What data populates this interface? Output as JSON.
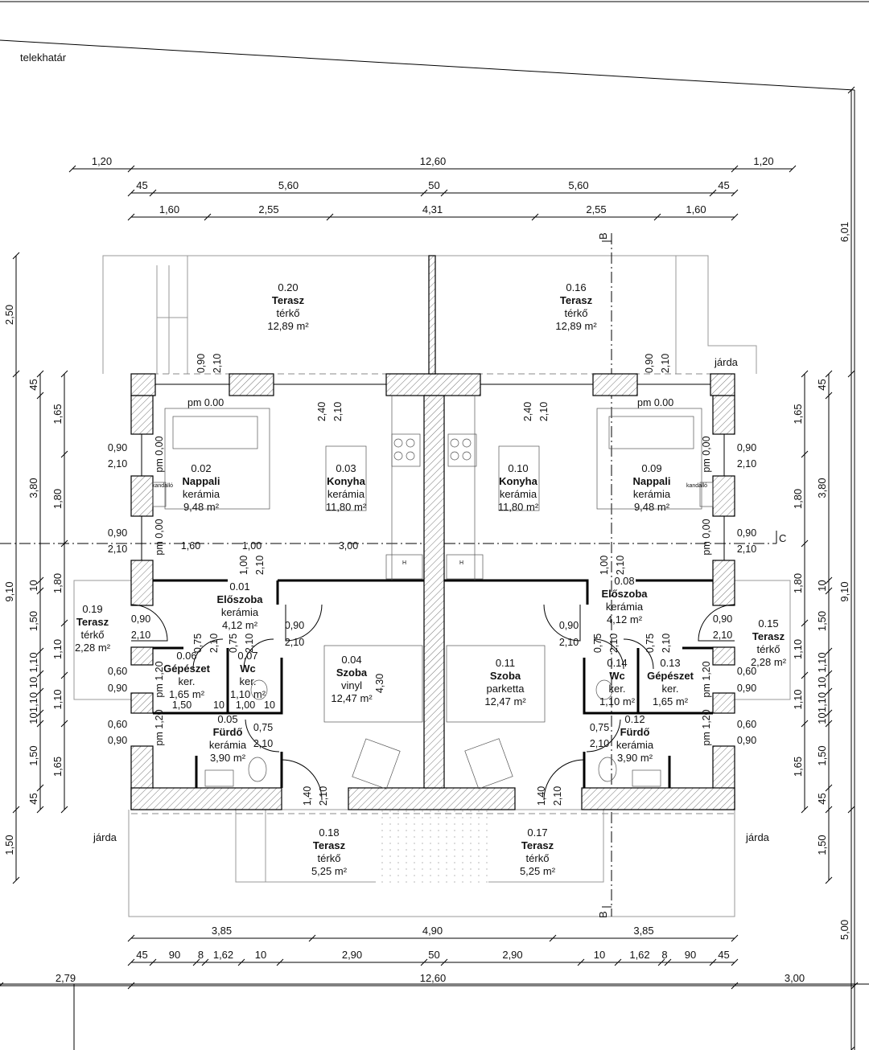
{
  "labels": {
    "boundary": "telekhatár",
    "sidewalk": "járda",
    "level_mark": "pm 0.00",
    "fireplace": "kandalló",
    "heater": "H",
    "section_b": "B",
    "section_c": "C"
  },
  "dims_top": [
    [
      "1,20",
      "12,60",
      "1,20"
    ],
    [
      "45",
      "5,60",
      "50",
      "5,60",
      "45"
    ],
    [
      "1,60",
      "2,55",
      "4,31",
      "2,55",
      "1,60"
    ]
  ],
  "dims_bottom": [
    [
      "3,85",
      "4,90",
      "3,85"
    ],
    [
      "45",
      "90",
      "8",
      "1,62",
      "10",
      "2,90",
      "50",
      "2,90",
      "10",
      "1,62",
      "8",
      "90",
      "45"
    ],
    [
      "2,79",
      "12,60",
      "3,00"
    ]
  ],
  "dims_left": [
    [
      "2,50",
      "9,10",
      "1,50"
    ],
    [
      "45",
      "3,80",
      "10",
      "1,50",
      "1,10",
      "10",
      "1,10",
      "10",
      "1,50",
      "45"
    ],
    [
      "1,65",
      "1,80",
      "1,80",
      "1,10",
      "1,10",
      "1,65"
    ]
  ],
  "dims_right": [
    [
      "6,01",
      "9,10",
      "5,00"
    ],
    [
      "45",
      "3,80",
      "10",
      "1,50",
      "1,10",
      "10",
      "1,10",
      "10",
      "1,50",
      "45",
      "1,50"
    ],
    [
      "1,65",
      "1,80",
      "1,80",
      "1,10",
      "1,10",
      "1,65"
    ]
  ],
  "annotations": [
    "0,90",
    "2,10",
    "0,90",
    "2,10",
    "0,90",
    "2,10",
    "pm 0,00",
    "pm 0,00",
    "1,60",
    "1,00",
    "3,00",
    "1,00",
    "2,10",
    "2,40",
    "2,10",
    "0,90",
    "2,10",
    "0,75",
    "2,10",
    "0,75",
    "2,10",
    "0,90",
    "2,10",
    "0,60",
    "0,90",
    "pm 1,20",
    "1,50",
    "10",
    "1,00",
    "10",
    "0,75",
    "2,10",
    "0,60",
    "0,90",
    "pm 1,20",
    "4,30",
    "1,40",
    "2,10",
    "0,90",
    "2,10",
    "0,90",
    "2,10",
    "0,90",
    "2,10",
    "pm 0,00",
    "pm 0,00",
    "2,40",
    "2,10",
    "1,00",
    "2,10",
    "0,90",
    "2,10",
    "0,75",
    "2,10",
    "0,75",
    "2,10",
    "0,90",
    "2,10",
    "0,60",
    "0,90",
    "pm 1,20",
    "0,60",
    "0,90",
    "pm 1,20",
    "0,75",
    "2,10",
    "1,40",
    "2,10"
  ],
  "rooms": [
    {
      "id": "0.20",
      "name": "Terasz",
      "floor": "térkő",
      "area": "12,89 m²"
    },
    {
      "id": "0.16",
      "name": "Terasz",
      "floor": "térkő",
      "area": "12,89 m²"
    },
    {
      "id": "0.02",
      "name": "Nappali",
      "floor": "kerámia",
      "area": "9,48 m²"
    },
    {
      "id": "0.03",
      "name": "Konyha",
      "floor": "kerámia",
      "area": "11,80 m²"
    },
    {
      "id": "0.10",
      "name": "Konyha",
      "floor": "kerámia",
      "area": "11,80 m²"
    },
    {
      "id": "0.09",
      "name": "Nappali",
      "floor": "kerámia",
      "area": "9,48 m²"
    },
    {
      "id": "0.01",
      "name": "Előszoba",
      "floor": "kerámia",
      "area": "4,12 m²"
    },
    {
      "id": "0.08",
      "name": "Előszoba",
      "floor": "kerámia",
      "area": "4,12 m²"
    },
    {
      "id": "0.19",
      "name": "Terasz",
      "floor": "térkő",
      "area": "2,28 m²"
    },
    {
      "id": "0.15",
      "name": "Terasz",
      "floor": "térkő",
      "area": "2,28 m²"
    },
    {
      "id": "0.06",
      "name": "Gépészet",
      "floor": "ker.",
      "area": "1,65 m²"
    },
    {
      "id": "0.07",
      "name": "Wc",
      "floor": "ker.",
      "area": "1,10 m²"
    },
    {
      "id": "0.14",
      "name": "Wc",
      "floor": "ker.",
      "area": "1,10 m²"
    },
    {
      "id": "0.13",
      "name": "Gépészet",
      "floor": "ker.",
      "area": "1,65 m²"
    },
    {
      "id": "0.04",
      "name": "Szoba",
      "floor": "vinyl",
      "area": "12,47 m²"
    },
    {
      "id": "0.11",
      "name": "Szoba",
      "floor": "parketta",
      "area": "12,47 m²"
    },
    {
      "id": "0.05",
      "name": "Fürdő",
      "floor": "kerámia",
      "area": "3,90 m²"
    },
    {
      "id": "0.12",
      "name": "Fürdő",
      "floor": "kerámia",
      "area": "3,90 m²"
    },
    {
      "id": "0.18",
      "name": "Terasz",
      "floor": "térkő",
      "area": "5,25 m²"
    },
    {
      "id": "0.17",
      "name": "Terasz",
      "floor": "térkő",
      "area": "5,25 m²"
    }
  ]
}
